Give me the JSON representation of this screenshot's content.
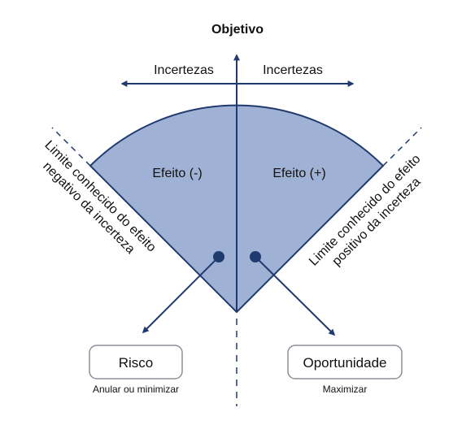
{
  "title": "Objetivo",
  "arrows": {
    "left_label": "Incertezas",
    "right_label": "Incertezas"
  },
  "sectors": {
    "negative_label": "Efeito (-)",
    "positive_label": "Efeito (+)"
  },
  "limits": {
    "negative": {
      "line1": "Limite conhecido do efeito",
      "line2": "negativo da incerteza"
    },
    "positive": {
      "line1": "Limite conhecido do efeito",
      "line2": "positivo da incerteza"
    }
  },
  "outcomes": {
    "risk": {
      "label": "Risco",
      "caption": "Anular ou minimizar"
    },
    "opportunity": {
      "label": "Oportunidade",
      "caption": "Maximizar"
    }
  },
  "colors": {
    "fill": "#9FB1D4",
    "stroke": "#1F3A6E",
    "text": "#111111",
    "box_border": "#8C9199"
  }
}
